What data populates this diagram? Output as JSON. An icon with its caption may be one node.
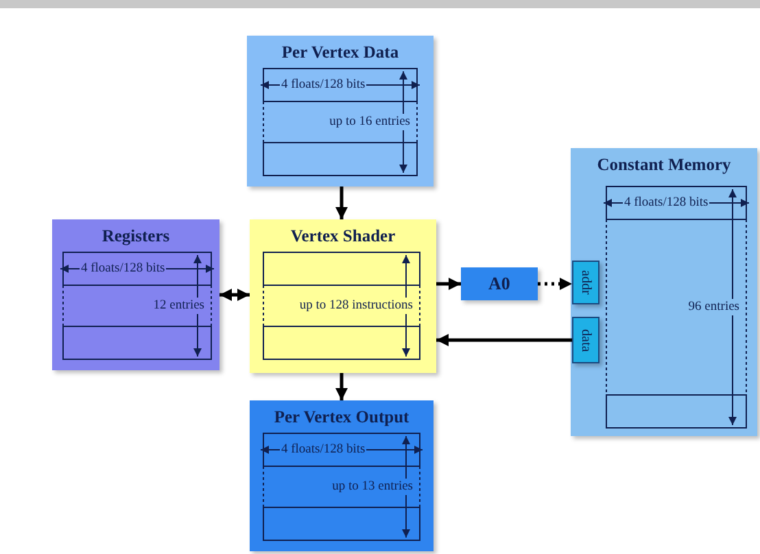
{
  "diagram": {
    "nodes": [
      {
        "text": [
          "Per Vertex Data",
          "4 floats/128 bits",
          "up to 16 entries"
        ]
      },
      {
        "text": [
          "Registers",
          "4 floats/128 bits",
          "12 entries"
        ]
      },
      {
        "text": [
          "Vertex Shader",
          "up to 128 instructions"
        ]
      },
      {
        "text": [
          "A0"
        ]
      },
      {
        "text": [
          "Constant Memory",
          "4 floats/128 bits",
          "96 entries"
        ]
      },
      {
        "text": [
          "addr"
        ],
        "in": 4
      },
      {
        "text": [
          "data"
        ],
        "in": 4
      },
      {
        "text": [
          "Per Vertex Output",
          "4 floats/128 bits",
          "up to 13 entries"
        ]
      }
    ],
    "edges": [
      {
        "from": 0,
        "to": 2,
        "arrow": "to"
      },
      {
        "from": 1,
        "to": 2,
        "arrow": "both"
      },
      {
        "from": 2,
        "to": 3,
        "arrow": "to"
      },
      {
        "from": 3,
        "to": 5,
        "arrow": "to",
        "style": "dashed"
      },
      {
        "from": 6,
        "to": 2,
        "arrow": "to"
      },
      {
        "from": 2,
        "to": 7,
        "arrow": "to"
      }
    ]
  }
}
